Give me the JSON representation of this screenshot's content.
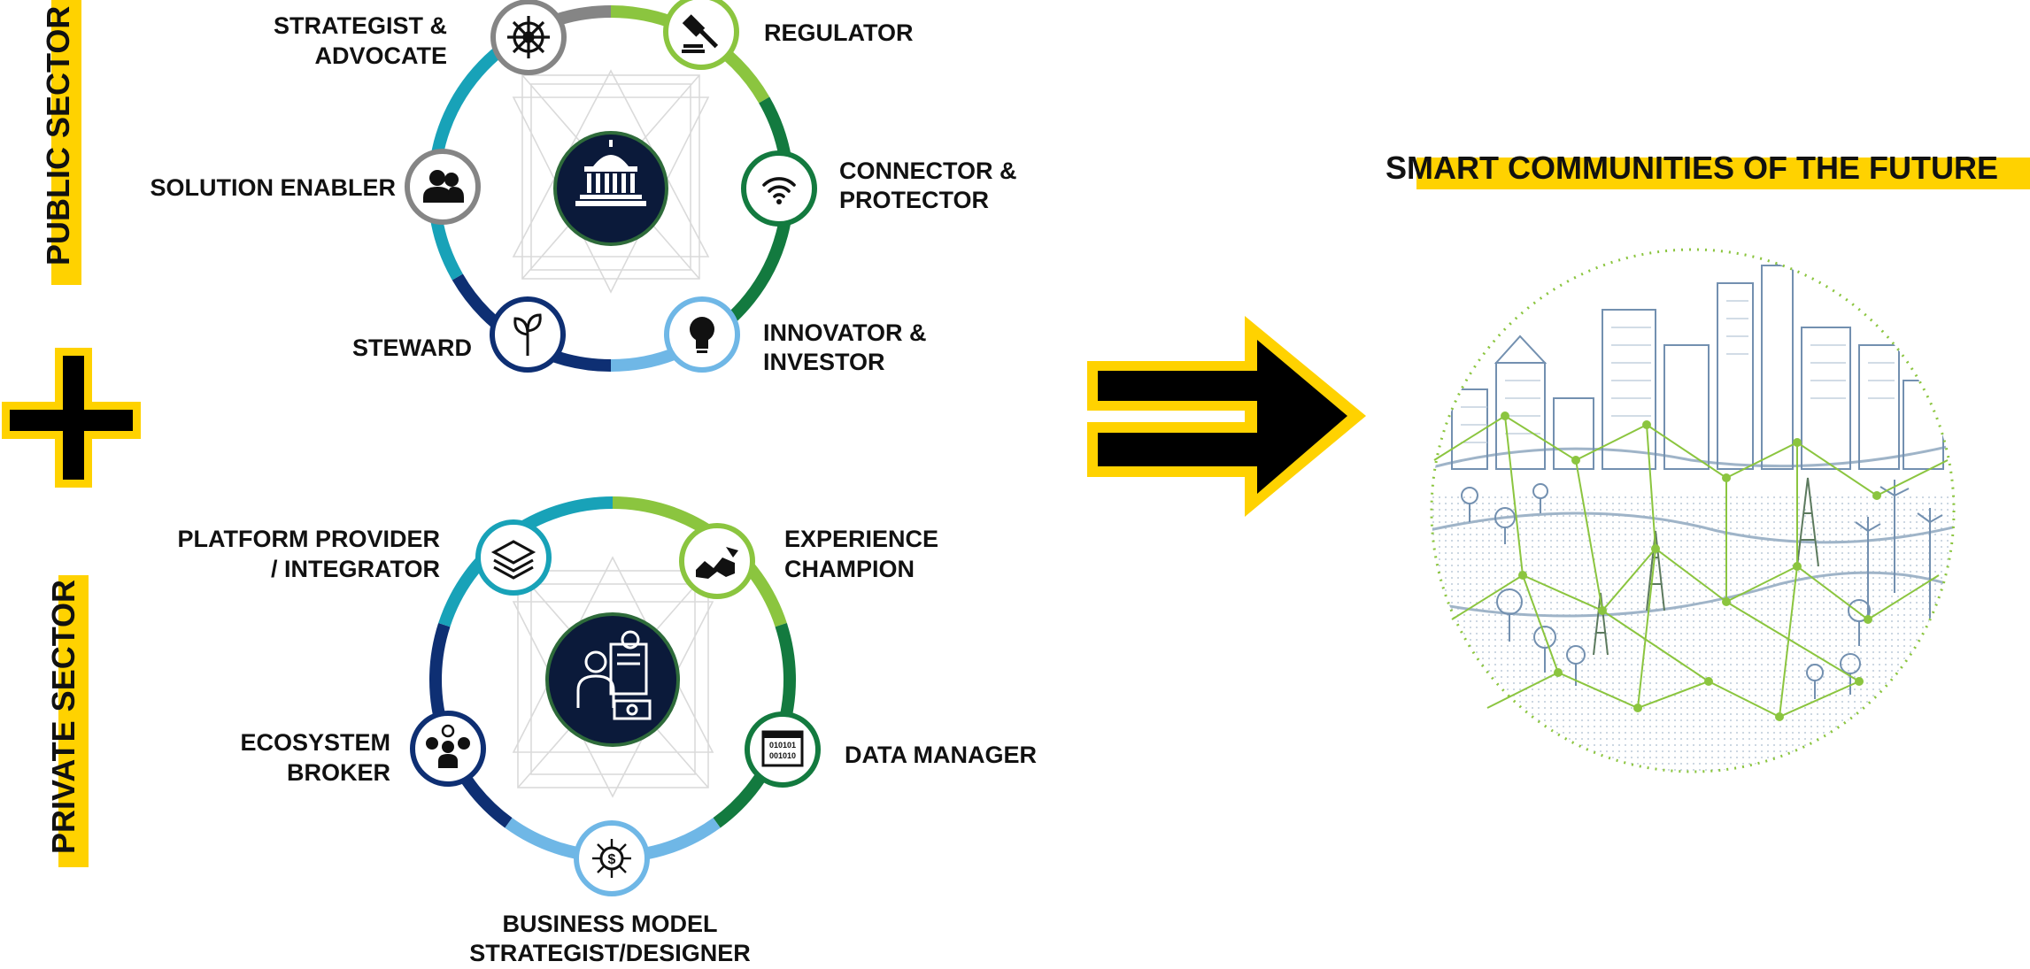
{
  "colors": {
    "accent_yellow": "#FFD200",
    "gray": "#858585",
    "lime": "#8BC53F",
    "dark_green": "#137A3F",
    "light_blue": "#6FB7E6",
    "teal": "#18A2B8",
    "navy": "#0E2F73",
    "hub": "#0B1A3A"
  },
  "public_sector": {
    "side_label": "PUBLIC SECTOR",
    "hub_icon": "government-building-icon",
    "roles": [
      {
        "line1": "STRATEGIST &",
        "line2": "ADVOCATE",
        "icon": "ship-wheel-icon",
        "color": "#858585"
      },
      {
        "line1": "REGULATOR",
        "line2": "",
        "icon": "gavel-icon",
        "color": "#8BC53F"
      },
      {
        "line1": "CONNECTOR &",
        "line2": "PROTECTOR",
        "icon": "wifi-icon",
        "color": "#137A3F"
      },
      {
        "line1": "INNOVATOR &",
        "line2": "INVESTOR",
        "icon": "lightbulb-icon",
        "color": "#6FB7E6"
      },
      {
        "line1": "STEWARD",
        "line2": "",
        "icon": "sprout-icon",
        "color": "#0E2F73"
      },
      {
        "line1": "SOLUTION ENABLER",
        "line2": "",
        "icon": "people-icon",
        "color": "#18A2B8"
      }
    ]
  },
  "plus_sign": "plus-icon",
  "private_sector": {
    "side_label": "PRIVATE SECTOR",
    "hub_icon": "business-person-icon",
    "roles": [
      {
        "line1": "PLATFORM PROVIDER",
        "line2": "/ INTEGRATOR",
        "icon": "layers-icon",
        "color": "#18A2B8"
      },
      {
        "line1": "EXPERIENCE",
        "line2": "CHAMPION",
        "icon": "handshake-chart-icon",
        "color": "#8BC53F"
      },
      {
        "line1": "DATA MANAGER",
        "line2": "",
        "icon": "binary-data-icon",
        "color": "#137A3F"
      },
      {
        "line1": "BUSINESS MODEL",
        "line2": "STRATEGIST/DESIGNER",
        "icon": "money-network-icon",
        "color": "#6FB7E6"
      },
      {
        "line1": "ECOSYSTEM",
        "line2": "BROKER",
        "icon": "broker-icon",
        "color": "#0E2F73"
      }
    ]
  },
  "equals_arrow": "equals-arrow-icon",
  "future": {
    "title": "SMART COMMUNITIES OF THE FUTURE",
    "illustration": "smart-city-illustration-icon"
  }
}
